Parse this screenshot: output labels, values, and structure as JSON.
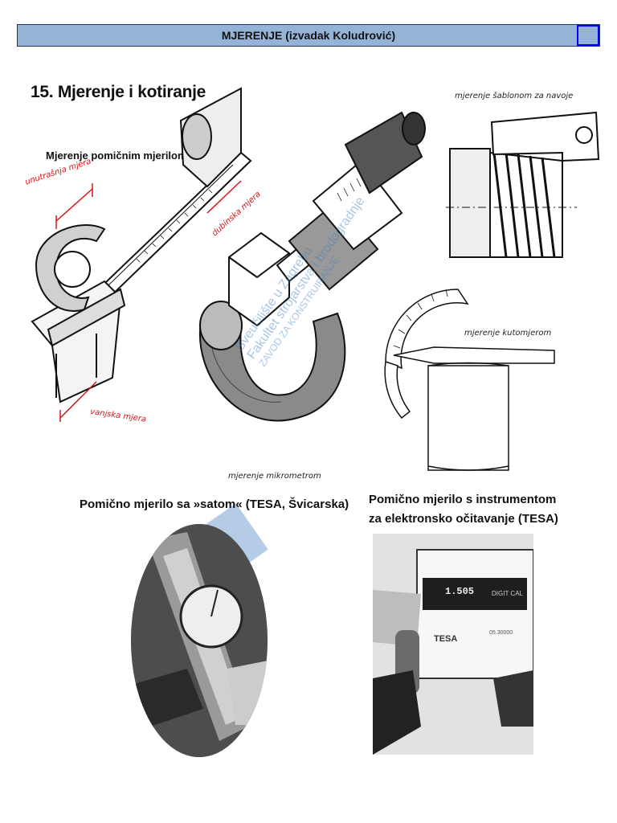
{
  "header": {
    "title": "MJERENJE (izvadak Koludrović)"
  },
  "section": {
    "title": "15. Mjerenje i kotiranje",
    "caliper_title": "Mjerenje pomičnim mjerilom"
  },
  "labels": {
    "inner": "unutrašnja mjera",
    "depth": "dubinska mjera",
    "outer": "vanjska mjera",
    "thread_gauge": "mjerenje šablonom za navoje",
    "protractor": "mjerenje kutomjerom",
    "micrometer": "mjerenje mikrometrom"
  },
  "watermark": {
    "line1": "Sveučilište u Zagrebu",
    "line2": "Fakultet strojarstva i brodogradnje",
    "line3": "ZAVOD ZA KONSTRUIRANJE"
  },
  "photos": {
    "dial_caption": "Pomično mjerilo sa »satom« (TESA, Švicarska)",
    "digital_caption_1": "Pomično mjerilo s instrumentom",
    "digital_caption_2": "za elektronsko očitavanje (TESA)",
    "display_value": "1.505",
    "display_brand": "DIGIT CAL",
    "brand": "TESA",
    "model": "05.30000"
  },
  "colors": {
    "header_bg": "#95b3d7",
    "header_border": "#1f3864",
    "accent_red": "#d4151b",
    "watermark": "#3f7fc6"
  }
}
